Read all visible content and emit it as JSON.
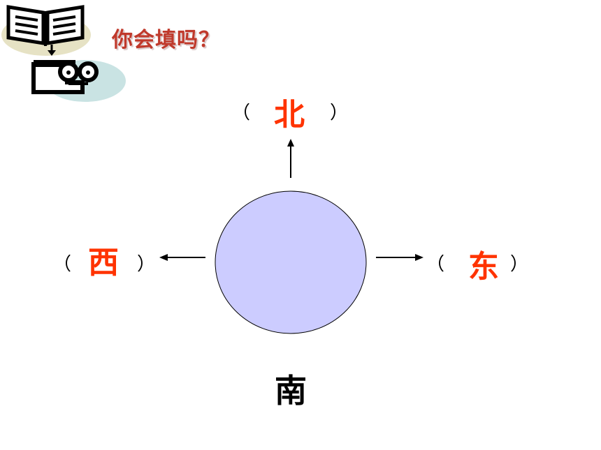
{
  "header": {
    "title": "你会填吗？",
    "icons": [
      "open-book-icon",
      "cartoon-face-icon"
    ]
  },
  "compass": {
    "north": {
      "open": "（",
      "label": "北",
      "close": "）"
    },
    "west": {
      "open": "（",
      "label": "西",
      "close": "）"
    },
    "east": {
      "open": "（",
      "label": "东",
      "close": "）"
    },
    "south": {
      "label": "南"
    }
  },
  "colors": {
    "answer": "#ff3300",
    "title": "#c0392b",
    "circle_fill": "#ccccff",
    "clipart_bg": "#c9e3e3",
    "book_bg": "#e6e2c4"
  }
}
